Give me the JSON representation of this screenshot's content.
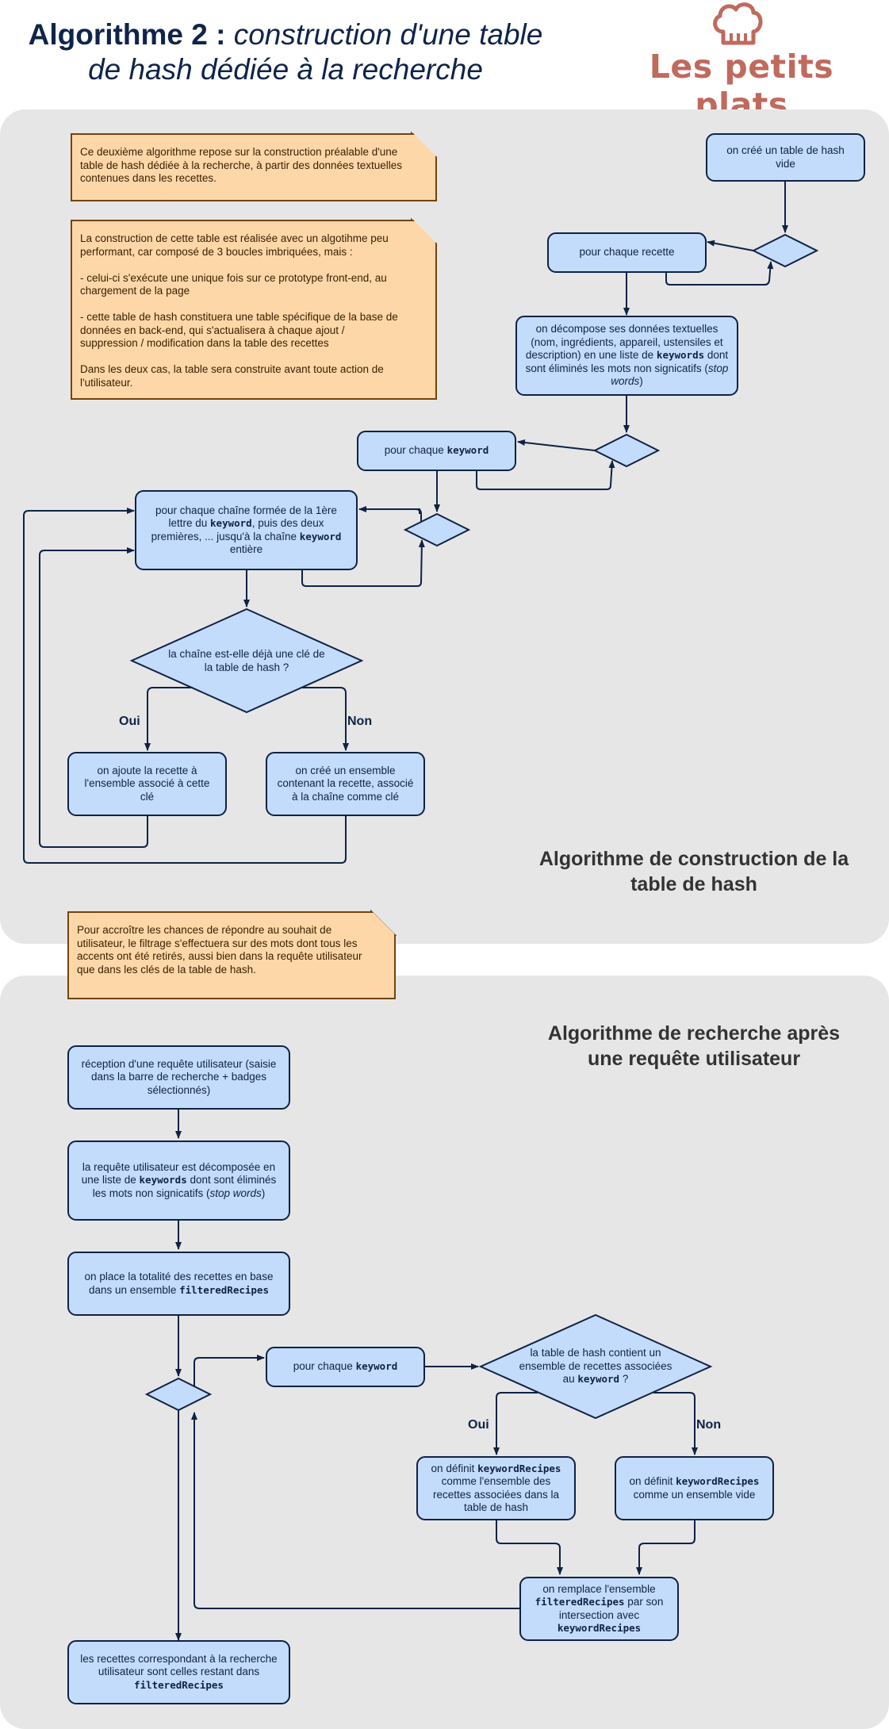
{
  "header": {
    "title_bold": "Algorithme 2 :",
    "title_italic_line1": "construction d'une table",
    "title_italic_line2": "de hash dédiée à la recherche",
    "logo_text": "Les petits plats"
  },
  "colors": {
    "node_fill": "#c4dcfb",
    "node_border": "#0f2245",
    "note_fill": "#fed7a9",
    "note_border": "#73430d",
    "panel": "#e6e6e6",
    "logo": "#c06a5e",
    "title": "#10244a"
  },
  "icons": {
    "logo": "chef-hat-icon"
  },
  "construction": {
    "section_title_line1": "Algorithme de construction de la",
    "section_title_line2": "table de hash",
    "note1": "Ce deuxième algorithme repose sur la construction préalable d'une table de hash dédiée à la recherche, à partir des données textuelles contenues dans les recettes.",
    "note2": {
      "p1": "La construction de cette table est réalisée avec un algotihme peu performant, car composé de 3 boucles imbriquées, mais :",
      "p2": "- celui-ci s'exécute une unique fois sur ce prototype front-end, au chargement de la page",
      "p3": "- cette table de hash constituera une table spécifique de la base de données en back-end, qui s'actualisera à chaque ajout / suppression / modification dans la table des recettes",
      "p4": "Dans les deux cas, la table sera construite avant toute action de l'utilisateur."
    },
    "node_init": "on créé un table de hash vide",
    "node_each_recipe": "pour chaque recette",
    "node_decompose": {
      "t1": "on décompose ses données textuelles (nom, ingrédients, appareil, ustensiles et description) en une liste de ",
      "code": "keywords",
      "t2": " dont sont éliminés les mots non signicatifs (",
      "em": "stop words",
      "t3": ")"
    },
    "node_each_keyword": {
      "t1": "pour chaque ",
      "code": "keyword"
    },
    "node_each_prefix": {
      "t1": "pour chaque chaîne formée de la 1ère lettre du ",
      "code1": "keyword",
      "t2": ", puis des deux premières, ... jusqu'à la chaîne ",
      "code2": "keyword",
      "t3": " entière"
    },
    "decision_key": "la chaîne est-elle déjà une clé de la table de hash ?",
    "yes": "Oui",
    "no": "Non",
    "node_add_recipe": "on ajoute la recette à l'ensemble associé à cette clé",
    "node_create_set": "on créé un ensemble contenant la recette, associé à la chaîne comme clé"
  },
  "search": {
    "section_title_line1": "Algorithme de recherche après",
    "section_title_line2": "une requête utilisateur",
    "note3": "Pour accroître les chances de répondre au souhait de utilisateur, le filtrage s'effectuera sur des mots dont tous les accents ont été retirés, aussi bien dans la requête utilisateur que dans les clés de la table de hash.",
    "node_receive": "réception d'une requête utilisateur (saisie dans la barre de recherche + badges sélectionnés)",
    "node_split": {
      "t1": "la requête utilisateur est décomposée en une liste de ",
      "code": "keywords",
      "t2": " dont sont éliminés les mots non signicatifs (",
      "em": "stop words",
      "t3": ")"
    },
    "node_all": {
      "t1": "on place la totalité des recettes en base dans un ensemble ",
      "code": "filteredRecipes"
    },
    "node_each_keyword": {
      "t1": "pour chaque ",
      "code": "keyword"
    },
    "decision_contains": {
      "t1": "la table de hash contient un ensemble de recettes associées au ",
      "code": "keyword",
      "t2": " ?"
    },
    "yes": "Oui",
    "no": "Non",
    "node_define_found": {
      "t1": "on définit ",
      "code": "keywordRecipes",
      "t2": " comme l'ensemble des recettes associées dans la table de hash"
    },
    "node_define_empty": {
      "t1": "on définit ",
      "code": "keywordRecipes",
      "t2": " comme un ensemble vide"
    },
    "node_replace": {
      "t1": "on remplace l'ensemble ",
      "code1": "filteredRecipes",
      "t2": " par son intersection avec ",
      "code2": "keywordRecipes"
    },
    "node_result": {
      "t1": "les recettes correspondant à la recherche utilisateur sont celles restant dans ",
      "code": "filteredRecipes"
    }
  }
}
